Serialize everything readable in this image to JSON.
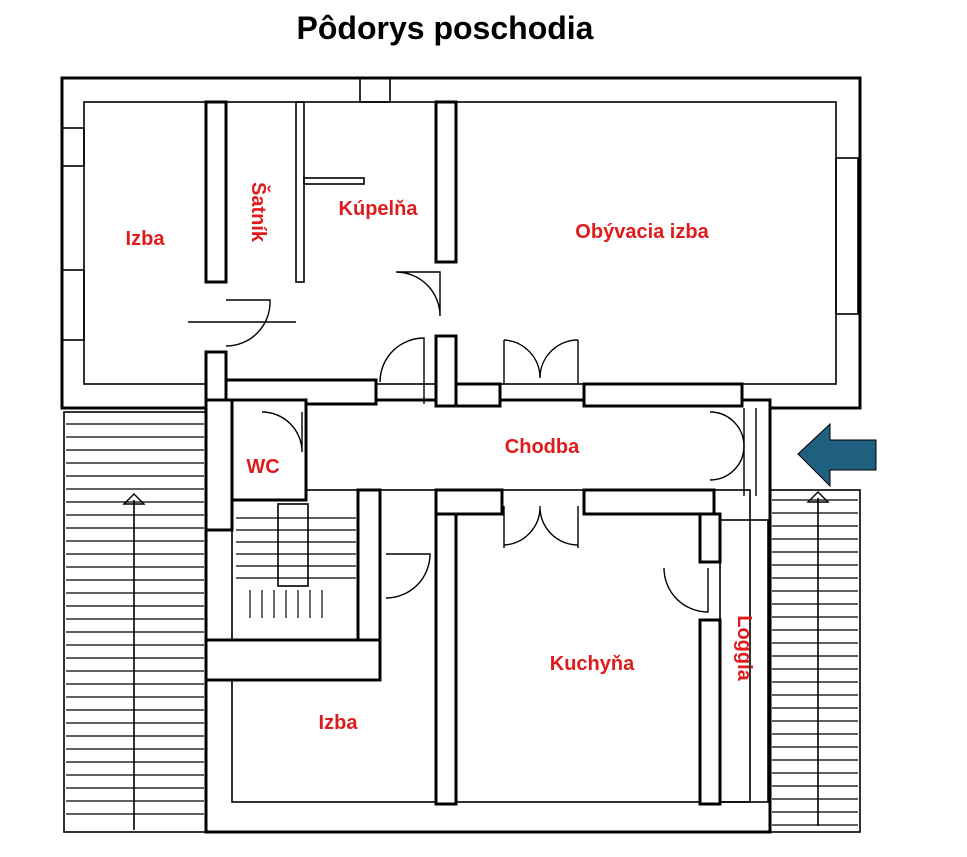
{
  "title": "Pôdorys poschodia",
  "colors": {
    "label": "#e01b1b",
    "arrow": "#1f5f7f",
    "line": "#000000"
  },
  "rooms": [
    {
      "id": "izba-left",
      "name": "Izba"
    },
    {
      "id": "satnik",
      "name": "Šatník"
    },
    {
      "id": "kupelna",
      "name": "Kúpelňa"
    },
    {
      "id": "obyvacia",
      "name": "Obývacia izba"
    },
    {
      "id": "chodba",
      "name": "Chodba"
    },
    {
      "id": "wc",
      "name": "WC"
    },
    {
      "id": "izba-bottom",
      "name": "Izba"
    },
    {
      "id": "kuchyna",
      "name": "Kuchyňa"
    },
    {
      "id": "loggia",
      "name": "Loggia"
    }
  ],
  "entrance_icon": "arrow-left-icon"
}
